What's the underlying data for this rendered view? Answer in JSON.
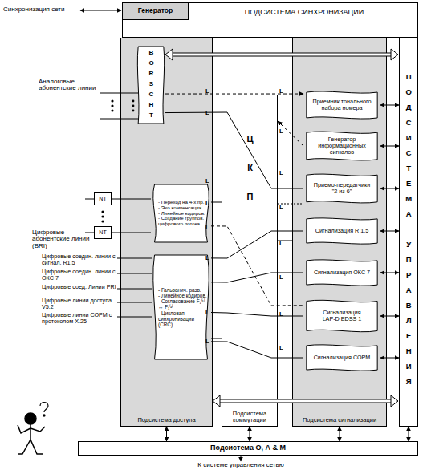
{
  "diagram": {
    "nodes": [
      {
        "text": [
          "ПОДСИСТЕМА СИНХРОНИЗАЦИИ"
        ]
      },
      {
        "text": [
          "Генератор"
        ],
        "in": 0
      },
      {
        "text": [
          "Подсистема доступа"
        ]
      },
      {
        "text": [
          "BORSCHT"
        ],
        "in": 2
      },
      {
        "text": [
          "- Переход на 4-х пр.",
          "- Эхо компенсация",
          "- Линейное кодиров.",
          "- Создание группов. цифрового потока"
        ],
        "in": 2
      },
      {
        "text": [
          "- Гальванич. разв.",
          "- Линейное кодиров.",
          "- Согласование F₁⁽¹⁾ ↔ F₁⁽²⁾",
          "- Цикловая синхронизации (CRC)"
        ],
        "in": 2
      },
      {
        "text": [
          "NT"
        ]
      },
      {
        "text": [
          "NT"
        ]
      },
      {
        "text": [
          "ЦКП",
          "Подсистема коммутации"
        ]
      },
      {
        "text": [
          "Подсистема сигнализации"
        ]
      },
      {
        "text": [
          "Приемник тонального набора номера"
        ],
        "in": 9
      },
      {
        "text": [
          "Генератор информационных сигналов"
        ],
        "in": 9
      },
      {
        "text": [
          "Приемо-передатчики \"2 из 6\""
        ],
        "in": 9
      },
      {
        "text": [
          "Сигнализация R 1.5"
        ],
        "in": 9
      },
      {
        "text": [
          "Сигнализация ОКС 7"
        ],
        "in": 9
      },
      {
        "text": [
          "Сигнализация LAP-D EDSS 1"
        ],
        "in": 9
      },
      {
        "text": [
          "Сигнализация СОРМ"
        ],
        "in": 9
      },
      {
        "text": [
          "ПОДСИСТЕМА УПРАВЛЕНИЯ"
        ]
      },
      {
        "text": [
          "Подсистема О, А & М"
        ]
      }
    ],
    "edges": [
      {
        "from": 3,
        "to": 10,
        "arrow": "to"
      },
      {
        "from": 11,
        "to": 8,
        "arrow": "to"
      },
      {
        "from": 6,
        "to": 4,
        "arrow": "none"
      },
      {
        "from": 7,
        "to": 4,
        "arrow": "none"
      },
      {
        "from": 5,
        "to": 13,
        "arrow": "none"
      },
      {
        "from": 5,
        "to": 14,
        "arrow": "none"
      },
      {
        "from": 5,
        "to": 15,
        "arrow": "none"
      },
      {
        "from": 5,
        "to": 16,
        "arrow": "none"
      },
      {
        "from": 4,
        "to": 15,
        "arrow": "none"
      },
      {
        "from": 3,
        "to": 12,
        "arrow": "none"
      },
      {
        "from": 10,
        "to": 17,
        "arrow": "both"
      },
      {
        "from": 11,
        "to": 17,
        "arrow": "both"
      },
      {
        "from": 12,
        "to": 17,
        "arrow": "both"
      },
      {
        "from": 13,
        "to": 17,
        "arrow": "both"
      },
      {
        "from": 14,
        "to": 17,
        "arrow": "both"
      },
      {
        "from": 15,
        "to": 17,
        "arrow": "both"
      },
      {
        "from": 16,
        "to": 17,
        "arrow": "both"
      },
      {
        "from": 2,
        "to": 18,
        "arrow": "both"
      },
      {
        "from": 8,
        "to": 18,
        "arrow": "both"
      },
      {
        "from": 9,
        "to": 18,
        "arrow": "both"
      },
      {
        "from": 17,
        "to": 18,
        "arrow": "both"
      }
    ],
    "labels": [
      "Синхронизация сети",
      "Аналоговые абонентские линии",
      "Цифровые абонентские линии (BRI)",
      "Цифровые соедин. линии с сигнал. R1.5",
      "Цифровые соедин. линии с ОКС 7",
      "Цифровые соед. Линии PRI",
      "Цифровые линии доступа V5.2",
      "Цифровые линии СОРМ с протоколом X.25",
      "К системе управления сетью",
      "L",
      "L",
      "L",
      "L",
      "L",
      "L",
      "L",
      "L",
      "L",
      "L",
      "L",
      "L",
      "L",
      "L",
      "L",
      "L"
    ]
  }
}
